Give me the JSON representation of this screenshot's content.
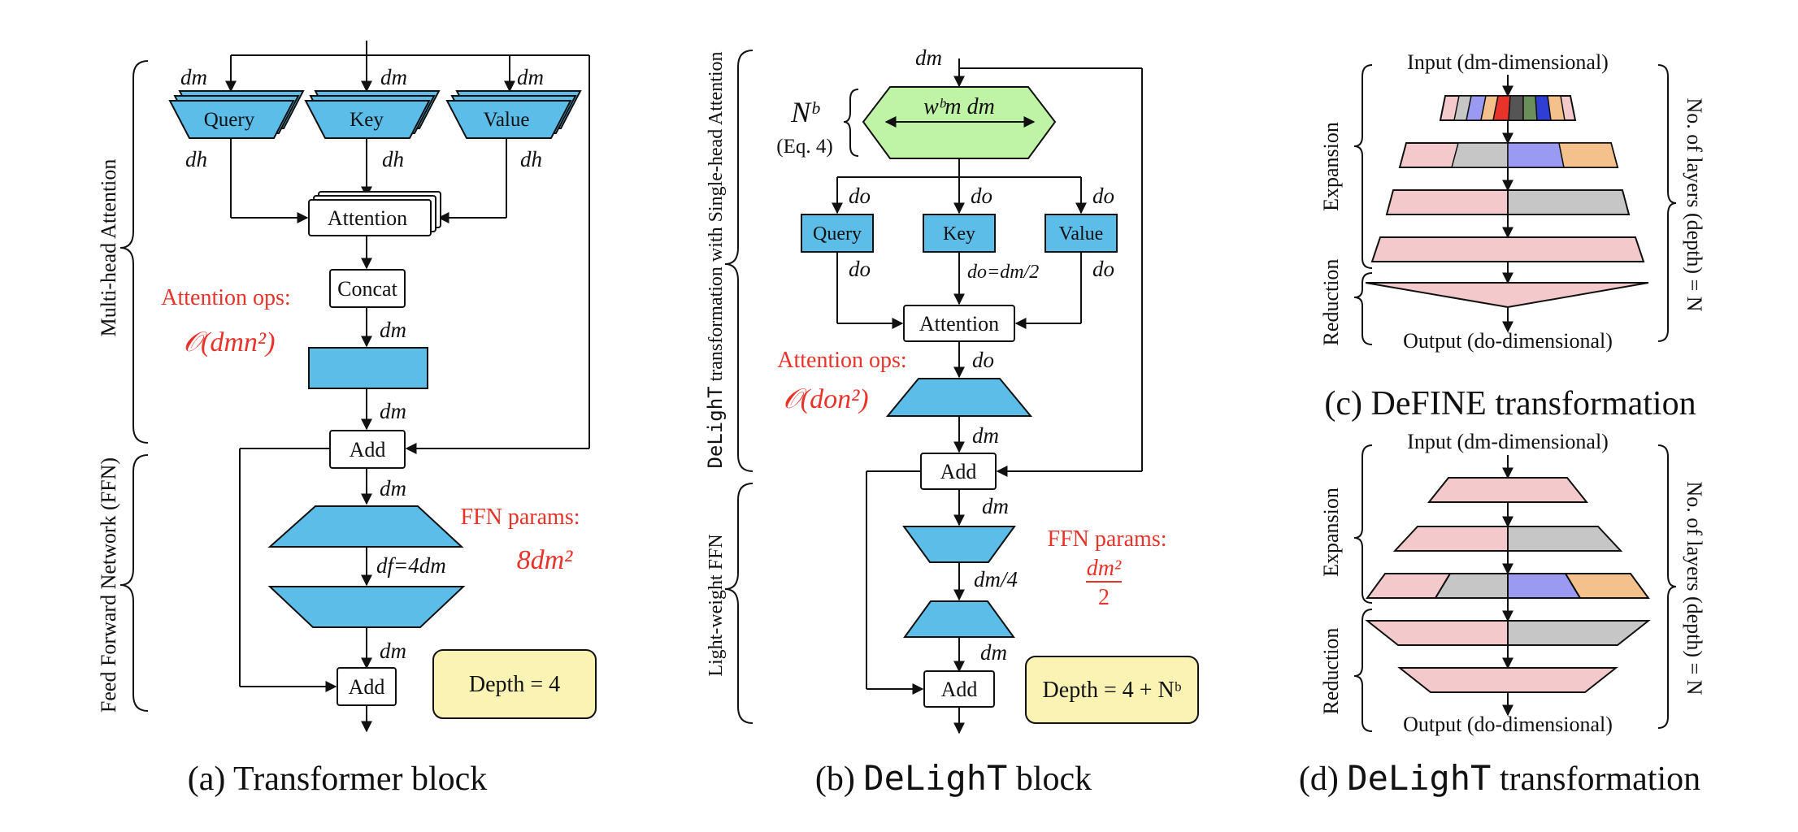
{
  "colors": {
    "blue": "#5dbde9",
    "green": "#bff3a6",
    "yellow": "#fbf3b4",
    "pink": "#f4c9cb",
    "gray": "#c6c6c6",
    "purple": "#9a9af2",
    "orange": "#f4c08c",
    "red_text": "#e8332a"
  },
  "panel_a": {
    "caption": "(a) Transformer block",
    "side_label_top": "Multi-head Attention",
    "side_label_bottom": "Feed Forward Network (FFN)",
    "query": "Query",
    "key": "Key",
    "value": "Value",
    "attention": "Attention",
    "concat": "Concat",
    "add": "Add",
    "attn_ops_label": "Attention ops:",
    "attn_ops_formula": "𝒪(dmn²)",
    "ffn_params_label": "FFN params:",
    "ffn_params_formula": "8dm²",
    "depth": "Depth = 4",
    "dim_dm": "dm",
    "dim_dh": "dh",
    "dim_df": "df=4dm"
  },
  "panel_b": {
    "caption_prefix": "(b) ",
    "caption_mono": "DeLighT",
    "caption_suffix": " block",
    "side_label_top_mono": "DeLighT",
    "side_label_top": " transformation with Single-head Attention",
    "side_label_bottom": "Light-weight FFN",
    "nb": "Nᵇ",
    "nb_eq": "(Eq. 4)",
    "green_label": "wᵇm dm",
    "query": "Query",
    "key": "Key",
    "value": "Value",
    "attention": "Attention",
    "add": "Add",
    "attn_ops_label": "Attention ops:",
    "attn_ops_formula": "𝒪(don²)",
    "ffn_params_label": "FFN params:",
    "ffn_params_num": "dm²",
    "ffn_params_den": "2",
    "depth": "Depth = 4 + Nᵇ",
    "dim_dm": "dm",
    "dim_do": "do",
    "dim_do_half": "do=dm/2",
    "dim_dm4": "dm/4"
  },
  "panel_c": {
    "caption": "(c) DeFINE transformation",
    "input": "Input (dm-dimensional)",
    "output": "Output (do-dimensional)",
    "expansion": "Expansion",
    "reduction": "Reduction",
    "layers": "No. of layers (depth) = N"
  },
  "panel_d": {
    "caption_prefix": "(d) ",
    "caption_mono": "DeLighT",
    "caption_suffix": " transformation",
    "input": "Input (dm-dimensional)",
    "output": "Output (do-dimensional)",
    "expansion": "Expansion",
    "reduction": "Reduction",
    "layers": "No. of layers (depth) = N"
  }
}
